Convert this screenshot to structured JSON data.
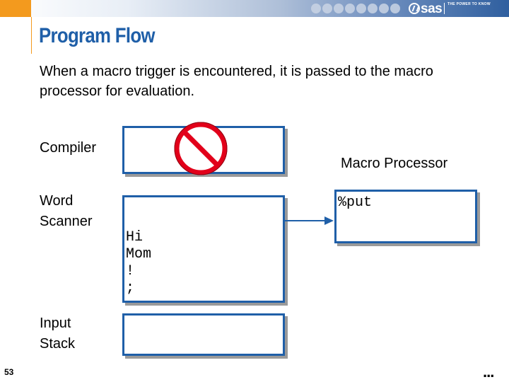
{
  "header": {
    "logo_text": "sas",
    "tagline": "THE POWER TO KNOW"
  },
  "slide": {
    "title": "Program Flow",
    "subtitle": "When a macro trigger is encountered, it is passed to the macro processor for evaluation.",
    "number": "53",
    "continued": "..."
  },
  "diagram": {
    "compiler_label": "Compiler",
    "word_scanner_label": "Word Scanner",
    "input_stack_label": "Input Stack",
    "macro_processor_label": "Macro Processor",
    "macro_processor_content": "%put",
    "word_scanner_tokens": [
      "Hi",
      "Mom",
      "!",
      ";"
    ],
    "prohibited_icon": "no-entry-icon",
    "arrow_icon": "right-arrow-icon"
  },
  "colors": {
    "title": "#1f5fa8",
    "box_border": "#1f5fa8",
    "prohibited_red": "#e2001a",
    "accent_orange": "#f39a1e"
  }
}
